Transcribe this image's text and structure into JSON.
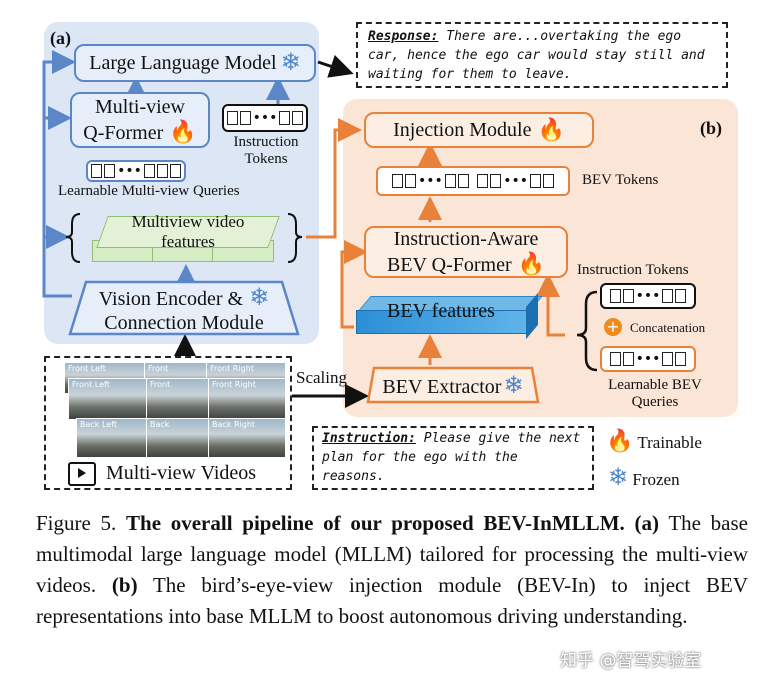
{
  "panels": {
    "a_label": "(a)",
    "b_label": "(b)"
  },
  "a": {
    "llm": "Large Language Model",
    "qformer_line1": "Multi-view",
    "qformer_line2": "Q-Former",
    "instruction_tokens_line1": "Instruction",
    "instruction_tokens_line2": "Tokens",
    "learnable_queries": "Learnable Multi-view Queries",
    "mv_features_line1": "Multiview video",
    "mv_features_line2": "features",
    "vision_encoder_line1": "Vision Encoder &",
    "vision_encoder_line2": "Connection Module"
  },
  "b": {
    "injection": "Injection Module",
    "bev_tokens": "BEV Tokens",
    "ia_qformer_line1": "Instruction-Aware",
    "ia_qformer_line2": "BEV  Q-Former",
    "instruction_tokens": "Instruction Tokens",
    "concatenation": "Concatenation",
    "bev_features": "BEV features",
    "learnable_bev_line1": "Learnable  BEV",
    "learnable_bev_line2": "Queries",
    "bev_extractor": "BEV Extractor"
  },
  "response": {
    "label": "Response:",
    "text": "There are...overtaking the ego car, hence the ego car would stay still and waiting for them to leave."
  },
  "instruction": {
    "label": "Instruction:",
    "text": "Please give the next plan for the ego with the reasons."
  },
  "videos": {
    "label": "Multi-view Videos",
    "scaling": "Scaling",
    "thumb_labels": [
      "Front Left",
      "Front",
      "Front Right",
      "Front Left",
      "Front",
      "Front Right",
      "Back Left",
      "Back",
      "Back Right"
    ]
  },
  "legend": {
    "trainable": "Trainable",
    "frozen": "Frozen"
  },
  "tokens": {
    "dots": "•••"
  },
  "caption": {
    "prefix": "Figure 5. ",
    "title": "The overall pipeline of our proposed BEV-InMLLM.",
    "a_label": "(a)",
    "a_text": " The base multimodal large language model (MLLM) tailored for processing the multi-view videos. ",
    "b_label": "(b)",
    "b_text": " The bird’s-eye-view injection module (BEV-In) to inject BEV representations into base MLLM to boost autonomous driving understanding."
  },
  "watermark": "知乎 @智驾实验室",
  "colors": {
    "blue": "#5b86c8",
    "orange": "#e8823a",
    "panel_a": "#dce6f5",
    "panel_b": "#fbe5d6"
  },
  "icons": {
    "trainable": "flame-icon",
    "frozen": "snowflake-icon"
  }
}
